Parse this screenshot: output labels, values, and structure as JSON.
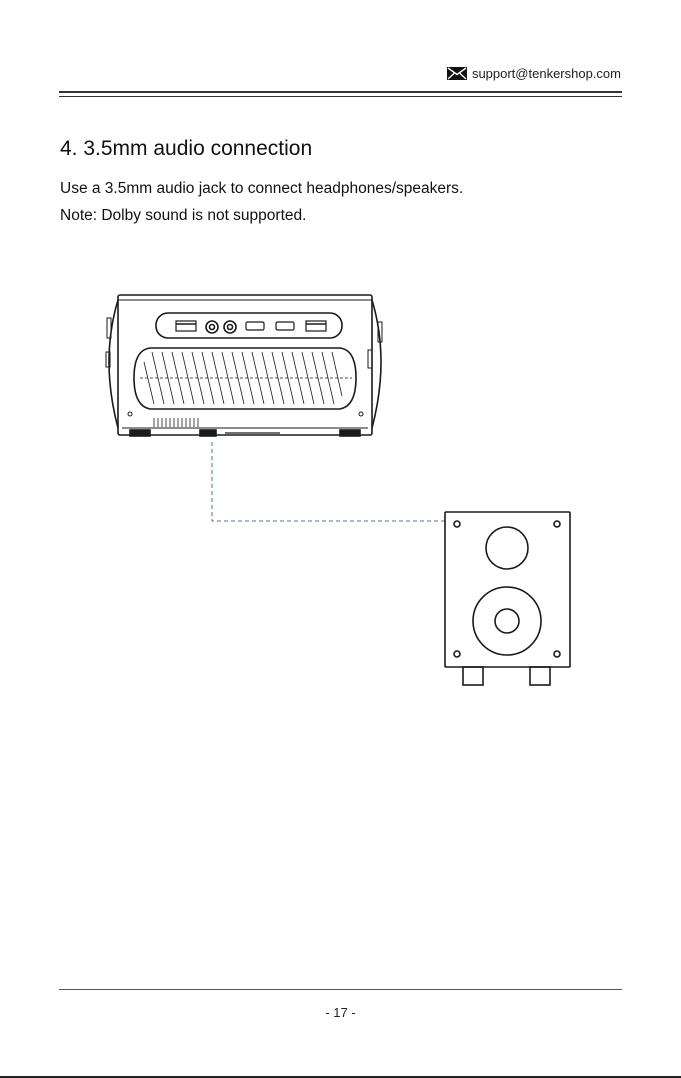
{
  "header": {
    "email": "support@tenkershop.com",
    "email_icon": "envelope-icon"
  },
  "section": {
    "title": "4. 3.5mm audio connection",
    "lines": [
      "Use a 3.5mm audio jack to connect headphones/speakers.",
      "Note: Dolby sound is not supported."
    ]
  },
  "illustration": {
    "projector_icon": "projector-icon",
    "speaker_icon": "speaker-icon",
    "cable_color": "#3a78c2"
  },
  "footer": {
    "page_number": "- 17 -"
  }
}
